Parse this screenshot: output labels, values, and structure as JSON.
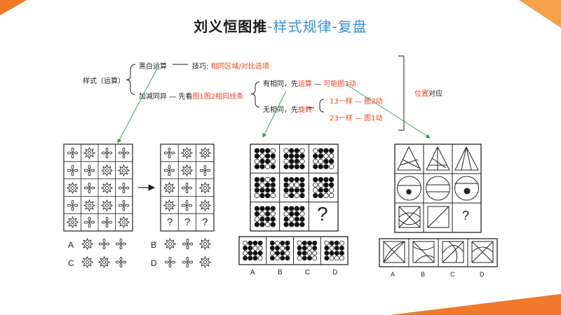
{
  "title": {
    "main": "刘义恒图推",
    "accent": "-样式规律-复盘"
  },
  "mindmap": {
    "root": "样式（运算）",
    "branch1": "黑白运算",
    "branch1_tip_prefix": "技巧:",
    "branch1_tip_value": "相同区域/对比选项",
    "branch2_prefix": "加减同异 — 先看",
    "branch2_value": "图1图2相同线条",
    "sub1_prefix": "有相同，先",
    "sub1_op": "运算",
    "sub1_result": "可能图3动",
    "sub2_prefix": "无相同，先",
    "sub2_op": "旋转",
    "sub2_a_left": "13一样",
    "sub2_a_right": "图2动",
    "sub2_b_left": "23一样",
    "sub2_b_right": "图1动",
    "bracket_label_red": "位置",
    "bracket_label_black": "对应"
  },
  "puzzle1": {
    "option_labels": [
      "A",
      "B",
      "C",
      "D"
    ],
    "question_marks": [
      "?",
      "?",
      "?"
    ]
  },
  "puzzle2": {
    "question_mark": "?",
    "option_labels": [
      "A",
      "B",
      "C",
      "D"
    ]
  },
  "puzzle3": {
    "question_mark": "?",
    "option_labels": [
      "A",
      "B",
      "C",
      "D"
    ]
  },
  "colors": {
    "orange_corner": "#f07a2a",
    "accent_blue": "#3a8fd6",
    "red_text": "#e8441f",
    "arrow_green": "#2e9e4f"
  }
}
